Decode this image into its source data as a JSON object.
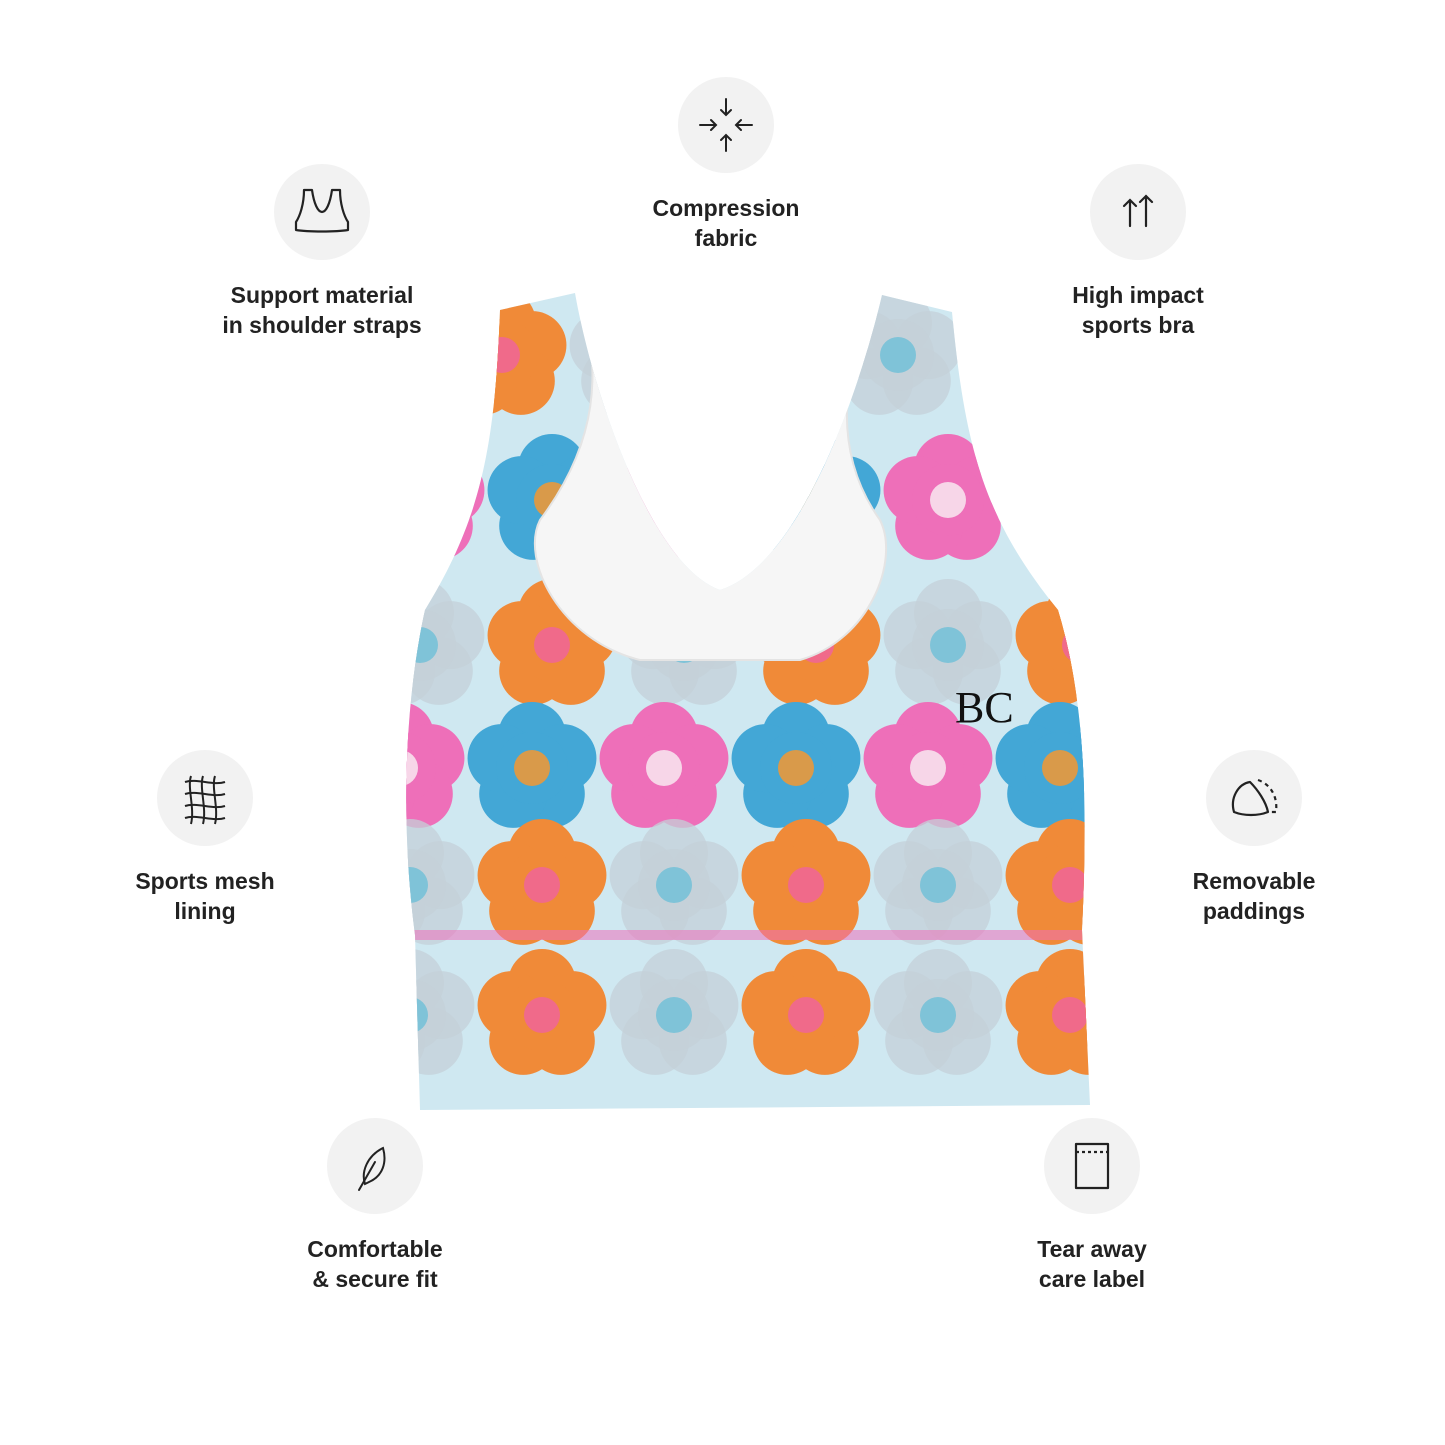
{
  "product": {
    "logo_text": "BC",
    "colors": {
      "background": "#cfe8f1",
      "pink": "#ee6fb9",
      "blue": "#43a7d6",
      "orange": "#f08a38",
      "grey": "#c4d0d8",
      "lining": "#f6f6f6"
    }
  },
  "features": {
    "compression": {
      "icon": "compression-arrows-icon",
      "line1": "Compression",
      "line2": "fabric"
    },
    "support": {
      "icon": "shoulder-straps-icon",
      "line1": "Support material",
      "line2": "in shoulder straps"
    },
    "high_impact": {
      "icon": "up-arrows-icon",
      "line1": "High impact",
      "line2": "sports bra"
    },
    "mesh": {
      "icon": "mesh-net-icon",
      "line1": "Sports mesh",
      "line2": "lining"
    },
    "paddings": {
      "icon": "padding-cup-icon",
      "line1": "Removable",
      "line2": "paddings"
    },
    "comfort": {
      "icon": "feather-icon",
      "line1": "Comfortable",
      "line2": "& secure fit"
    },
    "tear_label": {
      "icon": "care-label-icon",
      "line1": "Tear away",
      "line2": "care label"
    }
  }
}
